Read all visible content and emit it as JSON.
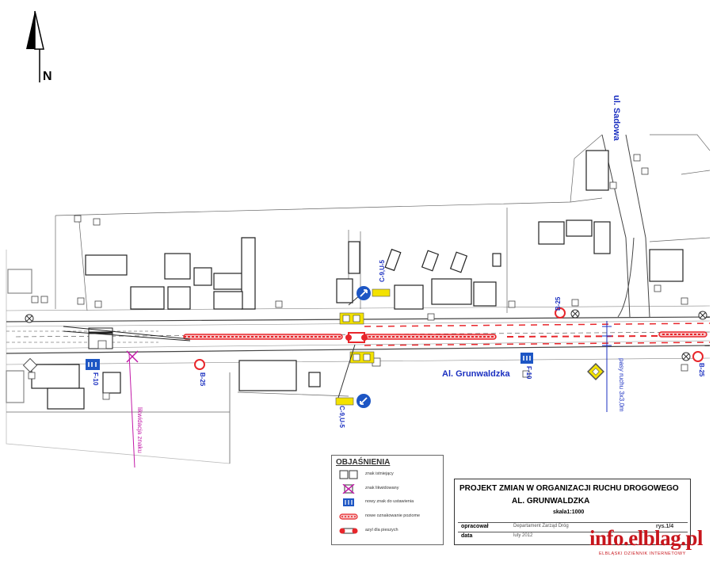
{
  "compass": {
    "label": "N"
  },
  "streets": {
    "sadowa": "ul. Sadowa",
    "grunwaldzka": "Al. Grunwaldzka"
  },
  "annotations": {
    "lanes": "pasy ruchu 3x3,0m",
    "removal": "likwidacja znaku"
  },
  "sign_codes": {
    "c9u5_top": "C-9,U-5",
    "c9u5_bottom": "C-9,U-5",
    "b25_a": "B-25",
    "b25_b": "B-25",
    "b25_c": "B-25",
    "f10_a": "F-10",
    "f10_b": "F-10"
  },
  "legend": {
    "title": "OBJAŚNIENIA",
    "items": [
      {
        "icon": "existing-sign-icon",
        "label": "znak istniejący"
      },
      {
        "icon": "removed-sign-icon",
        "label": "znak likwidowany"
      },
      {
        "icon": "new-sign-icon",
        "label": "nowy znak do ustawienia"
      },
      {
        "icon": "new-marking-icon",
        "label": "nowe oznakowanie poziome"
      },
      {
        "icon": "pedestrian-island-icon",
        "label": "azyl dla pieszych"
      }
    ]
  },
  "title_block": {
    "title": "PROJEKT   ZMIAN W  ORGANIZACJI RUCHU DROGOWEGO",
    "subtitle": "AL. GRUNWALDZKA",
    "scale": "skala1:1000",
    "prepared_label": "opracował",
    "prepared_value": "Departament Zarząd Dróg",
    "date_label": "data",
    "date_value": "luty 2012",
    "sheet": "rys.1/4"
  },
  "watermark": {
    "text": "info.elblag.pl",
    "sub": "ELBLĄSKI DZIENNIK INTERNETOWY"
  },
  "colors": {
    "marking": "#e8262b",
    "sign_blue": "#1d56c4",
    "sign_yellow": "#f3e200",
    "street_label": "#1a2fc0",
    "pink": "#c21aa8"
  }
}
